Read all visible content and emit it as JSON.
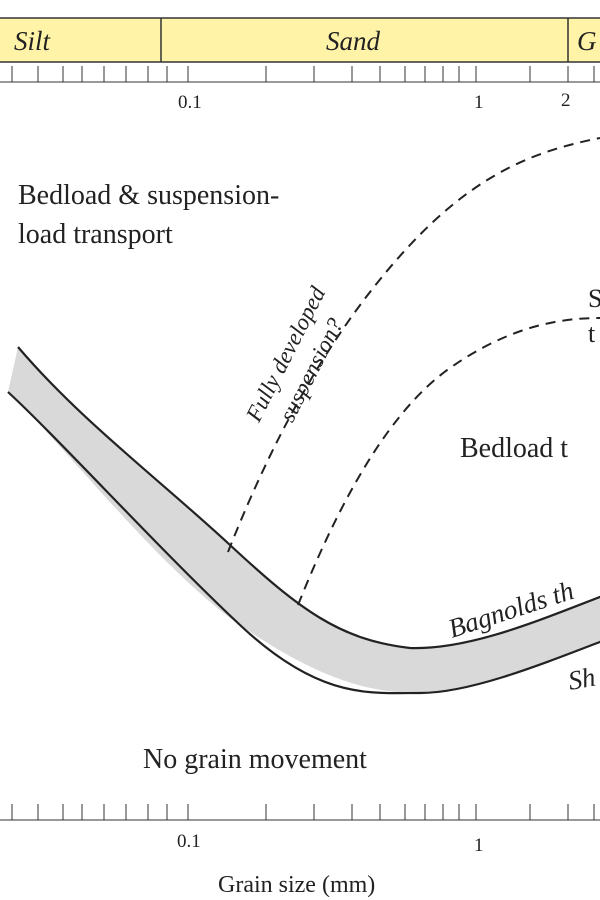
{
  "header_bar": {
    "fill": "#fff3a8",
    "classes": [
      "Silt",
      "Sand",
      "G"
    ]
  },
  "top_axis": {
    "tick_labels": [
      "0.1",
      "1",
      "2"
    ]
  },
  "bottom_axis": {
    "tick_labels": [
      "0.1",
      "1"
    ],
    "title": "Grain size (mm)"
  },
  "regions": {
    "bedload_suspension": [
      "Bedload & suspension-",
      "load transport"
    ],
    "bedload": "Bedload t",
    "no_movement": "No grain movement",
    "top_right_fragment": [
      "S",
      "t"
    ]
  },
  "curve_labels": {
    "fully_developed": [
      "Fully developed",
      "suspension?"
    ],
    "bagnold": "Bagnolds th",
    "shields": "Sh"
  },
  "colors": {
    "band_fill": "#d9d9d9",
    "line": "#222222",
    "header_border": "#333333"
  }
}
